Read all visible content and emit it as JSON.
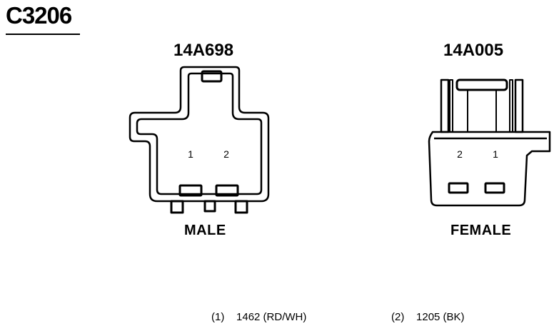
{
  "title": "C3206",
  "connectors": {
    "male": {
      "part_number": "14A698",
      "label": "MALE",
      "pins": [
        "1",
        "2"
      ]
    },
    "female": {
      "part_number": "14A005",
      "label": "FEMALE",
      "pins": [
        "2",
        "1"
      ]
    }
  },
  "legend": [
    {
      "pin": "(1)",
      "circuit": "1462 (RD/WH)"
    },
    {
      "pin": "(2)",
      "circuit": "1205 (BK)"
    }
  ]
}
